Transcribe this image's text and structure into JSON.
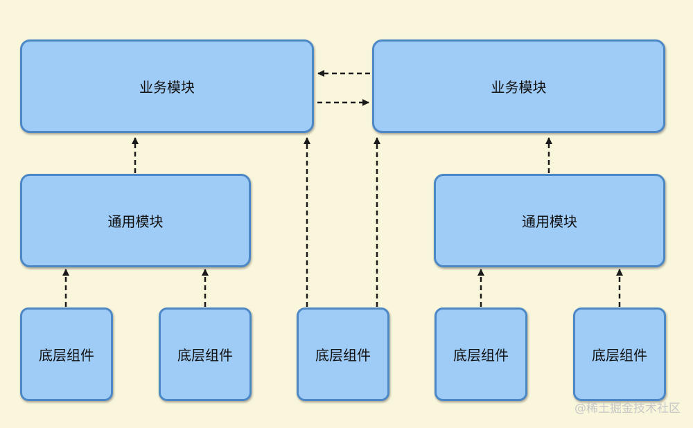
{
  "diagram": {
    "nodes": [
      {
        "id": "biz-left",
        "label": "业务模块"
      },
      {
        "id": "biz-right",
        "label": "业务模块"
      },
      {
        "id": "common-left",
        "label": "通用模块"
      },
      {
        "id": "common-right",
        "label": "通用模块"
      },
      {
        "id": "base-1",
        "label": "底层组件"
      },
      {
        "id": "base-2",
        "label": "底层组件"
      },
      {
        "id": "base-3",
        "label": "底层组件"
      },
      {
        "id": "base-4",
        "label": "底层组件"
      },
      {
        "id": "base-5",
        "label": "底层组件"
      }
    ],
    "edges": [
      {
        "from": "common-left",
        "to": "biz-left",
        "style": "dashed"
      },
      {
        "from": "base-1",
        "to": "common-left",
        "style": "dashed"
      },
      {
        "from": "base-2",
        "to": "common-left",
        "style": "dashed"
      },
      {
        "from": "base-3",
        "to": "biz-left",
        "style": "dashed"
      },
      {
        "from": "base-3",
        "to": "biz-right",
        "style": "dashed"
      },
      {
        "from": "biz-right",
        "to": "biz-left",
        "style": "dashed"
      },
      {
        "from": "biz-left",
        "to": "biz-right",
        "style": "dashed"
      },
      {
        "from": "common-right",
        "to": "biz-right",
        "style": "dashed"
      },
      {
        "from": "base-4",
        "to": "common-right",
        "style": "dashed"
      },
      {
        "from": "base-5",
        "to": "common-right",
        "style": "dashed"
      }
    ]
  },
  "colors": {
    "background": "#f9f6dc",
    "node_fill": "#9fcbf7",
    "node_border": "#4d88c6",
    "arrow": "#1a1a1a",
    "watermark": "#c7c7c7"
  },
  "watermark": "@稀土掘金技术社区"
}
